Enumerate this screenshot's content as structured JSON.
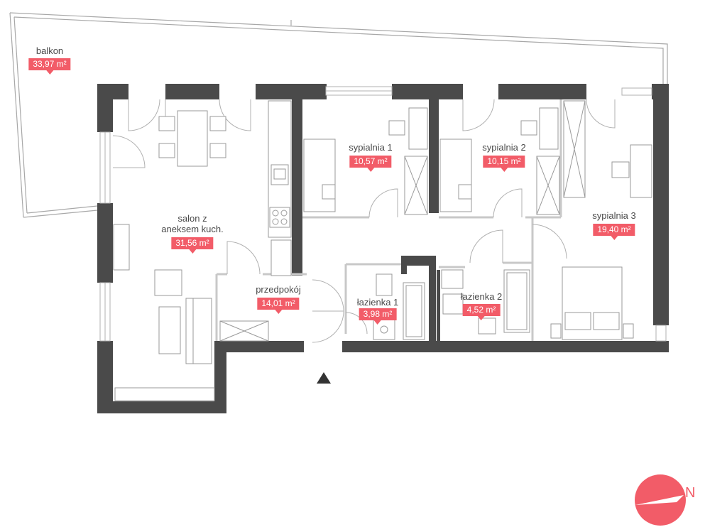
{
  "rooms": [
    {
      "id": "balkon",
      "name": "balkon",
      "area": "33,97 m²"
    },
    {
      "id": "salon",
      "name": "salon z\naneksem kuch.",
      "area": "31,56 m²"
    },
    {
      "id": "sypialnia1",
      "name": "sypialnia 1",
      "area": "10,57 m²"
    },
    {
      "id": "sypialnia2",
      "name": "sypialnia 2",
      "area": "10,15 m²"
    },
    {
      "id": "sypialnia3",
      "name": "sypialnia 3",
      "area": "19,40 m²"
    },
    {
      "id": "przedpokoj",
      "name": "przedpokój",
      "area": "14,01 m²"
    },
    {
      "id": "lazienka1",
      "name": "łazienka 1",
      "area": "3,98 m²"
    },
    {
      "id": "lazienka2",
      "name": "łazienka 2",
      "area": "4,52 m²"
    }
  ],
  "compass": {
    "letter": "N",
    "icon": "north-compass-icon"
  },
  "entrance": {
    "icon": "entrance-arrow-icon"
  },
  "colors": {
    "wall": "#4a4a4a",
    "thin": "#c8c8c8",
    "furniture": "#9a9a9a",
    "accent": "#f25c68"
  }
}
